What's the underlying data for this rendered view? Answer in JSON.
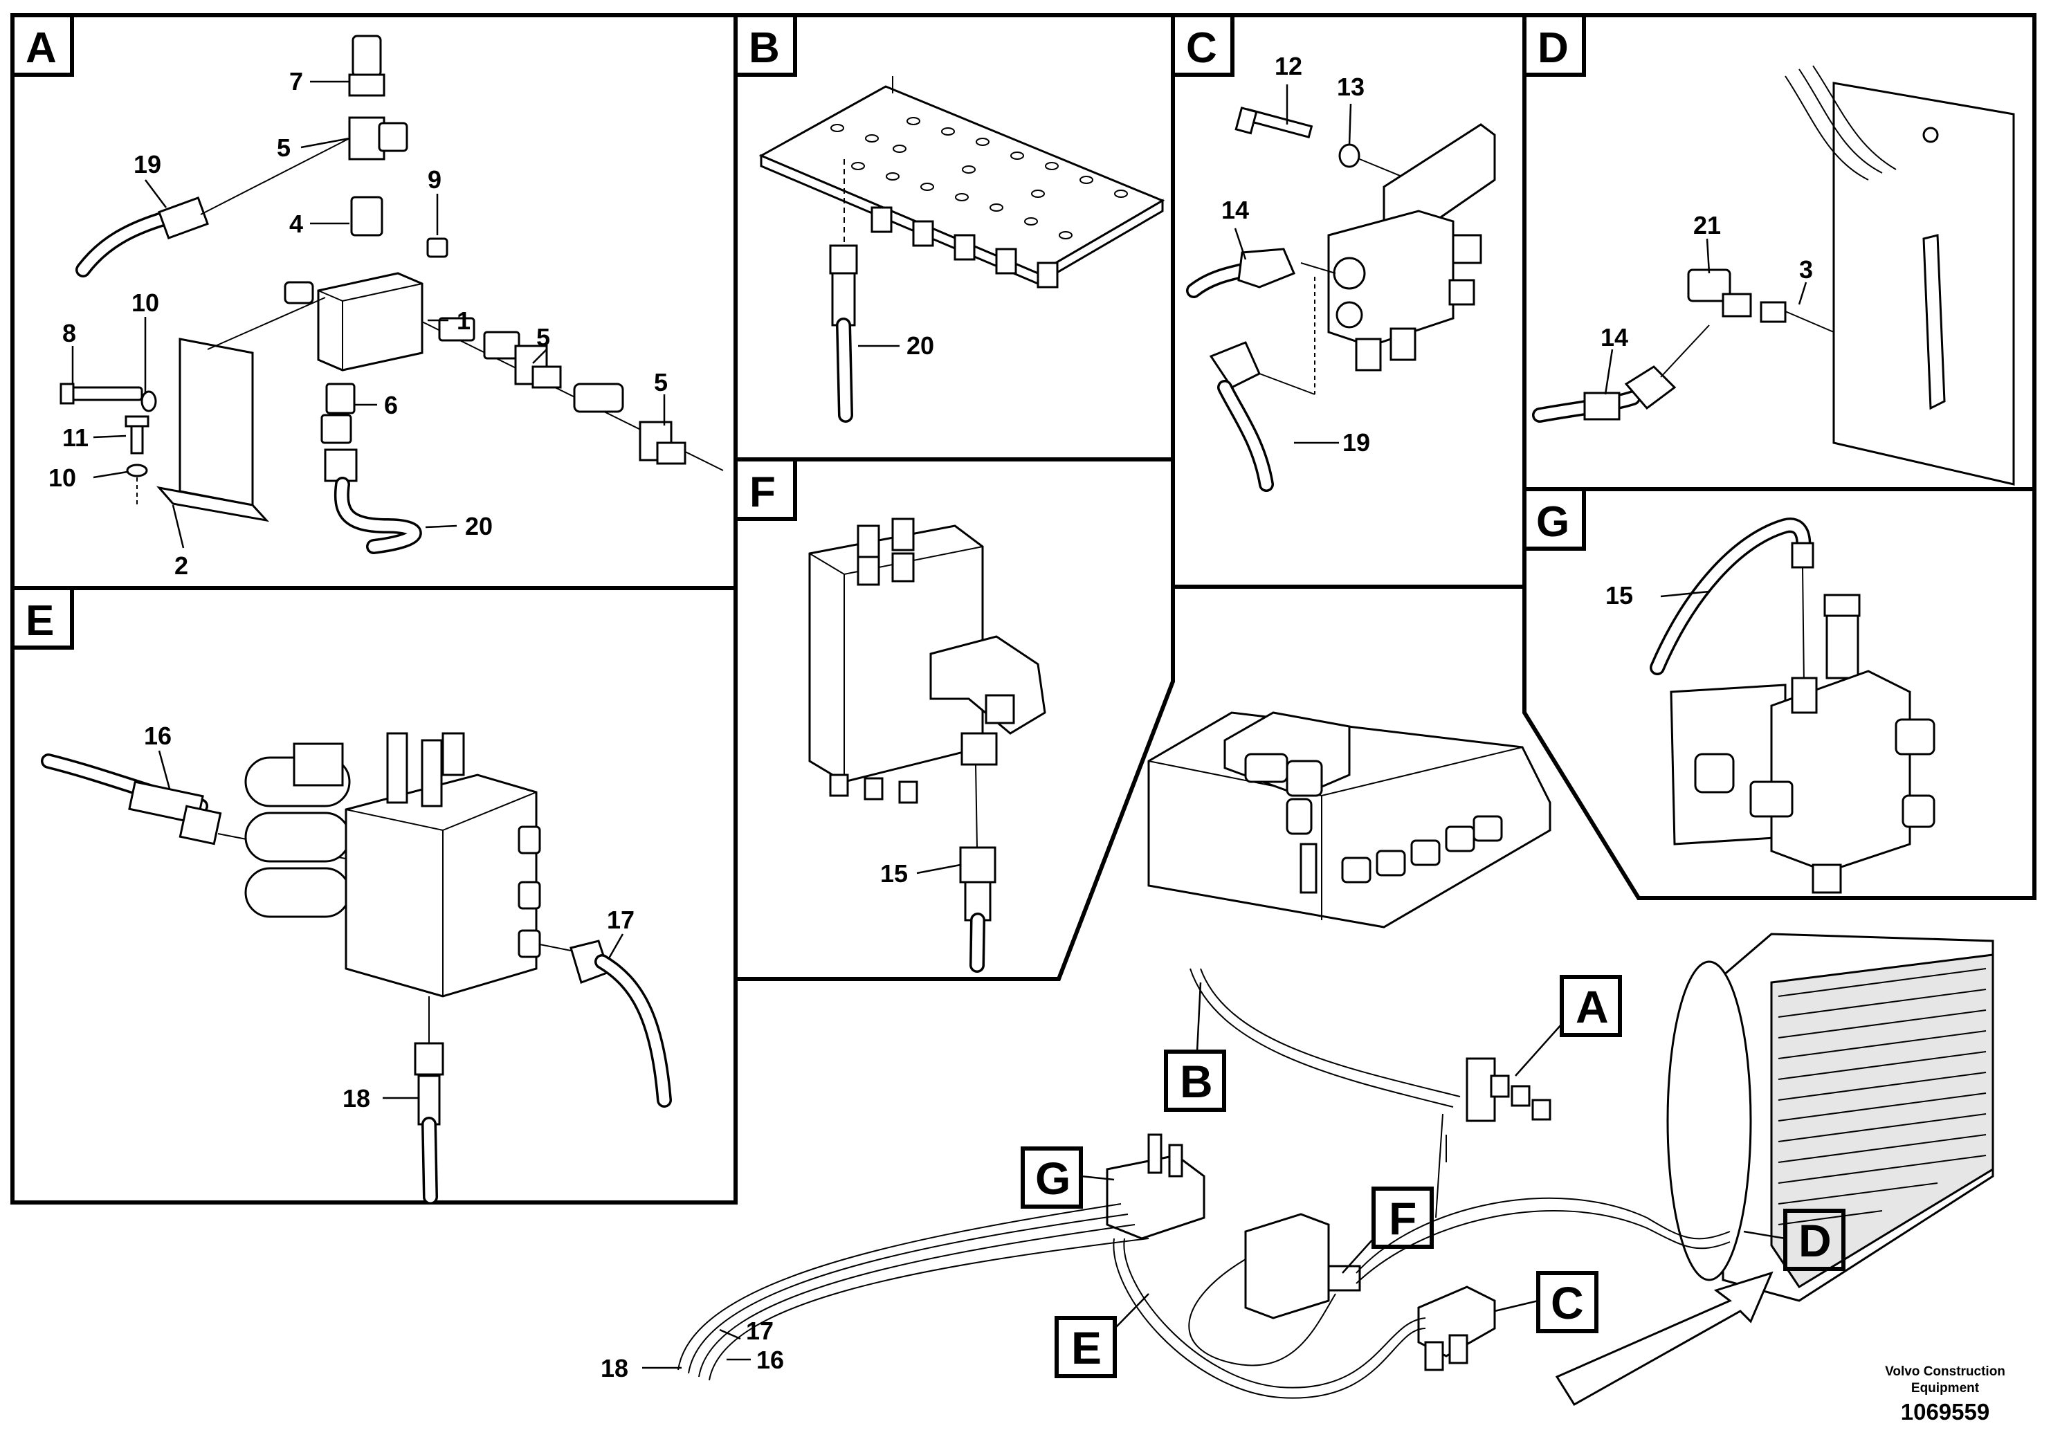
{
  "panels": {
    "A": {
      "letter": "A",
      "callouts": [
        "7",
        "5",
        "19",
        "4",
        "9",
        "1",
        "10",
        "8",
        "5",
        "6",
        "5",
        "11",
        "10",
        "20",
        "2"
      ]
    },
    "B": {
      "letter": "B",
      "callouts": [
        "20"
      ]
    },
    "C": {
      "letter": "C",
      "callouts": [
        "12",
        "13",
        "14",
        "19"
      ]
    },
    "D": {
      "letter": "D",
      "callouts": [
        "21",
        "3",
        "14"
      ]
    },
    "E": {
      "letter": "E",
      "callouts": [
        "16",
        "17",
        "18"
      ]
    },
    "F": {
      "letter": "F",
      "callouts": [
        "15"
      ]
    },
    "G": {
      "letter": "G",
      "callouts": [
        "15"
      ]
    }
  },
  "overview": {
    "locators": [
      "A",
      "B",
      "C",
      "D",
      "E",
      "F",
      "G"
    ],
    "callouts": [
      "17",
      "18",
      "16"
    ]
  },
  "footer": {
    "brand_line1": "Volvo Construction",
    "brand_line2": "Equipment",
    "doc_number": "1069559"
  }
}
